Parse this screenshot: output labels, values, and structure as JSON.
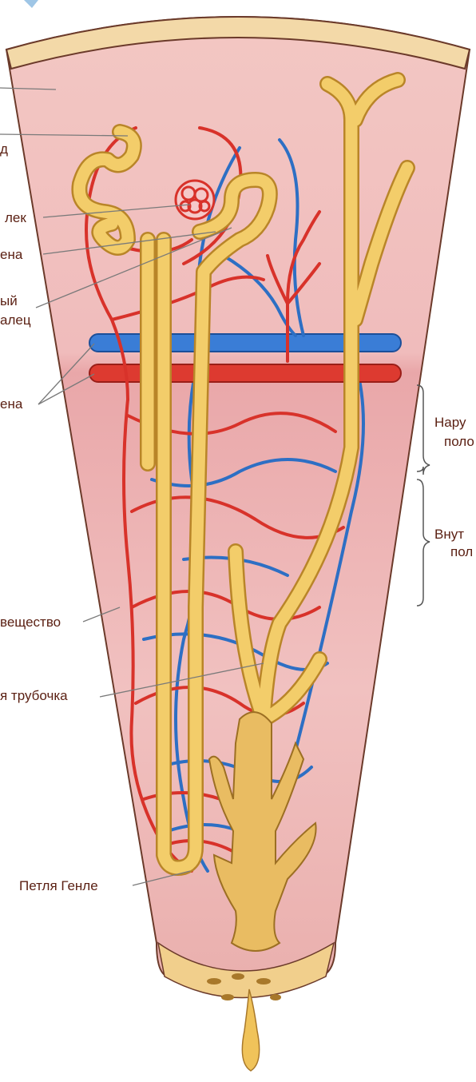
{
  "labels": {
    "left_1": "д",
    "left_2": "лек",
    "left_3": "ена",
    "left_4a": "ый",
    "left_4b": "алец",
    "left_5": "ена",
    "left_6": "вещество",
    "left_7": "я трубочка",
    "left_8": "Петля Генле",
    "right_1a": "Нару",
    "right_1b": "поло",
    "right_2a": "Внут",
    "right_2b": "пол"
  },
  "colors": {
    "artery": "#d8322a",
    "vein": "#2d6fc4",
    "tubule": "#f0c35a",
    "tissue_outer": "#f2c2c2",
    "tissue_inner": "#e7a5a5",
    "capsule": "#f3d9a8",
    "label_text": "#5a1f12"
  }
}
